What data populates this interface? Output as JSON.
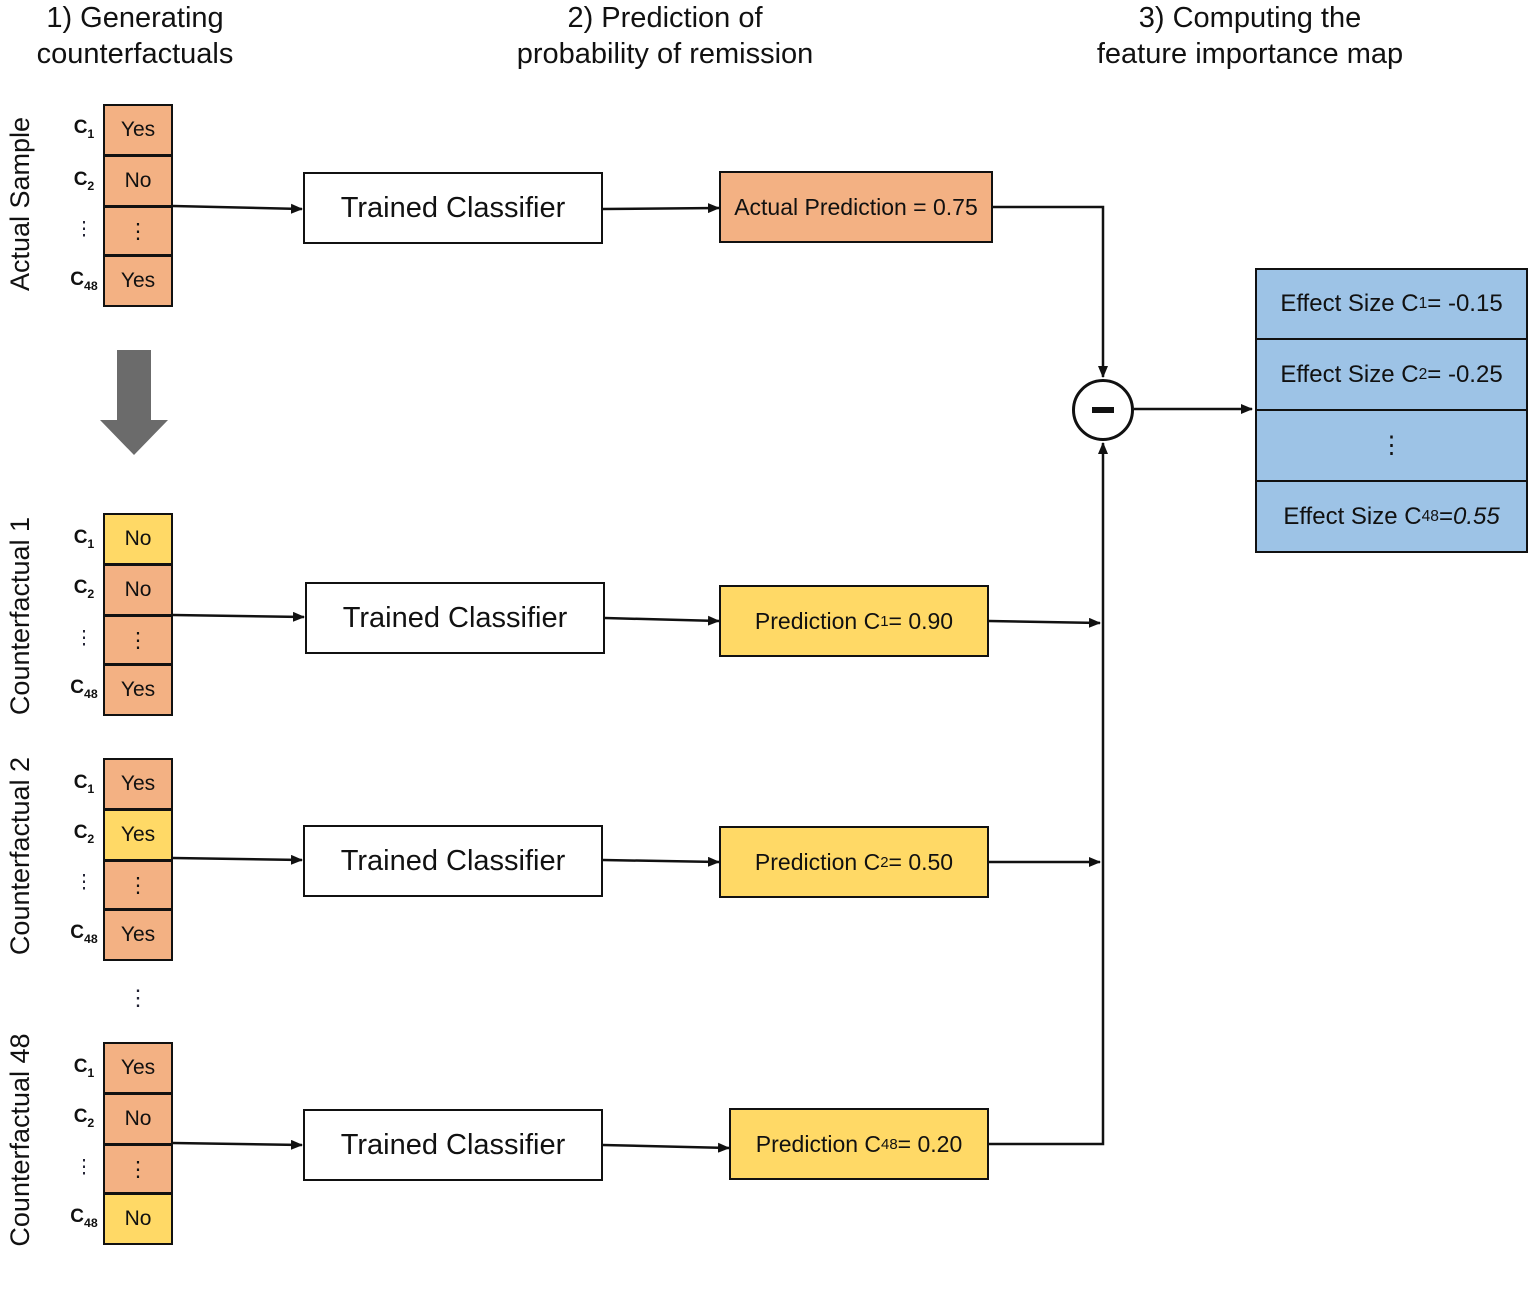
{
  "headers": {
    "step1": "1) Generating\ncounterfactuals",
    "step2": "2) Prediction of\nprobability of remission",
    "step3": "3) Computing the\nfeature importance map"
  },
  "groups": [
    {
      "label": "Actual Sample",
      "rows": [
        {
          "c": "C",
          "sub": "1",
          "v": "Yes"
        },
        {
          "c": "C",
          "sub": "2",
          "v": "No"
        },
        {
          "c": "⋮",
          "sub": "",
          "v": "⋮"
        },
        {
          "c": "C",
          "sub": "48",
          "v": "Yes"
        }
      ]
    },
    {
      "label": "Counterfactual 1",
      "rows": [
        {
          "c": "C",
          "sub": "1",
          "v": "No"
        },
        {
          "c": "C",
          "sub": "2",
          "v": "No"
        },
        {
          "c": "⋮",
          "sub": "",
          "v": "⋮"
        },
        {
          "c": "C",
          "sub": "48",
          "v": "Yes"
        }
      ]
    },
    {
      "label": "Counterfactual 2",
      "rows": [
        {
          "c": "C",
          "sub": "1",
          "v": "Yes"
        },
        {
          "c": "C",
          "sub": "2",
          "v": "Yes"
        },
        {
          "c": "⋮",
          "sub": "",
          "v": "⋮"
        },
        {
          "c": "C",
          "sub": "48",
          "v": "Yes"
        }
      ]
    },
    {
      "label": "Counterfactual 48",
      "rows": [
        {
          "c": "C",
          "sub": "1",
          "v": "Yes"
        },
        {
          "c": "C",
          "sub": "2",
          "v": "No"
        },
        {
          "c": "⋮",
          "sub": "",
          "v": "⋮"
        },
        {
          "c": "C",
          "sub": "48",
          "v": "No"
        }
      ]
    }
  ],
  "classifier_label": "Trained Classifier",
  "predictions": [
    {
      "text": "Actual Prediction = 0.75",
      "pre": "",
      "sub": "",
      "post": ""
    },
    {
      "text": "",
      "pre": "Prediction C",
      "sub": "1",
      "post": " = 0.90"
    },
    {
      "text": "",
      "pre": "Prediction C",
      "sub": "2",
      "post": " = 0.50"
    },
    {
      "text": "",
      "pre": "Prediction C",
      "sub": "48",
      "post": " = 0.20"
    }
  ],
  "effects": [
    {
      "pre": "Effect Size C",
      "sub": "1",
      "post": " = -0.15",
      "italic": ""
    },
    {
      "pre": "Effect Size C",
      "sub": "2",
      "post": " = -0.25",
      "italic": ""
    },
    {
      "pre": "⋮",
      "sub": "",
      "post": "",
      "italic": ""
    },
    {
      "pre": "Effect Size C",
      "sub": "48",
      "post": " = ",
      "italic": "0.55"
    }
  ],
  "colors": {
    "orange": "#f3b183",
    "yellow": "#ffd966",
    "blue": "#9dc3e6",
    "arrow_gray": "#6b6b6b"
  }
}
